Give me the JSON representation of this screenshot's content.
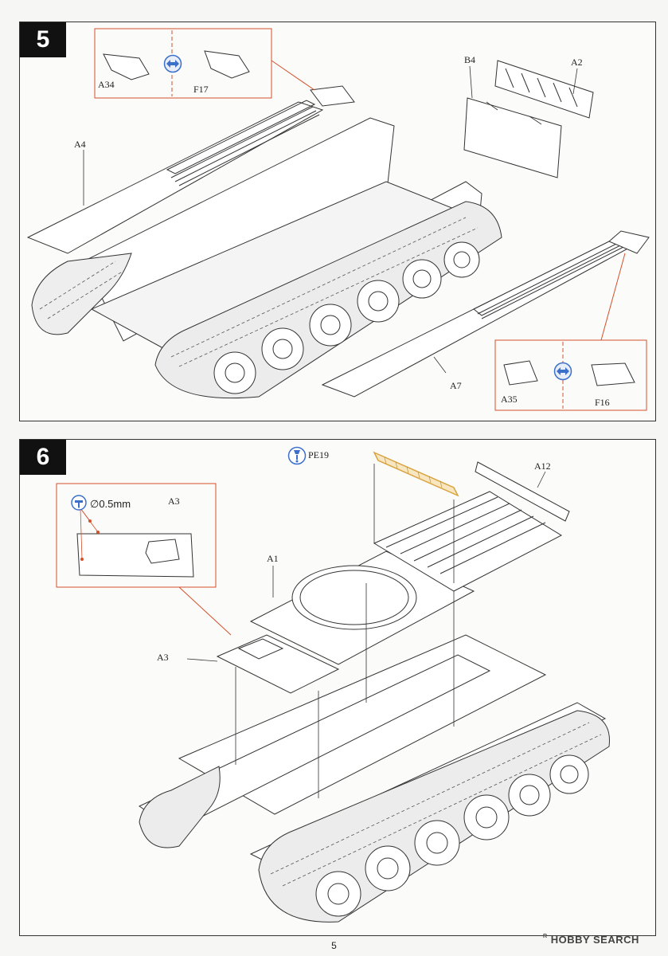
{
  "page": {
    "number": "5"
  },
  "watermark": {
    "brand": "HOBBY SEARCH",
    "symbol": "R"
  },
  "step5": {
    "number": "5",
    "parts": {
      "a34": "A34",
      "f17": "F17",
      "b4": "B4",
      "a2": "A2",
      "a4": "A4",
      "a7": "A7",
      "a35": "A35",
      "f16": "F16"
    }
  },
  "step6": {
    "number": "6",
    "parts": {
      "pe19": "PE19",
      "a12": "A12",
      "a1": "A1",
      "a3_inset": "A3",
      "a3": "A3"
    },
    "drill_size": "0.5mm",
    "drill_symbol": "∅"
  },
  "colors": {
    "callout_red": "#d4502b",
    "photo_etch": "#d9a441",
    "mirror_blue": "#3b6fc9",
    "step_badge": "#111111"
  },
  "icons": [
    "mirror-parts-icon",
    "photo-etch-icon",
    "drill-icon"
  ]
}
